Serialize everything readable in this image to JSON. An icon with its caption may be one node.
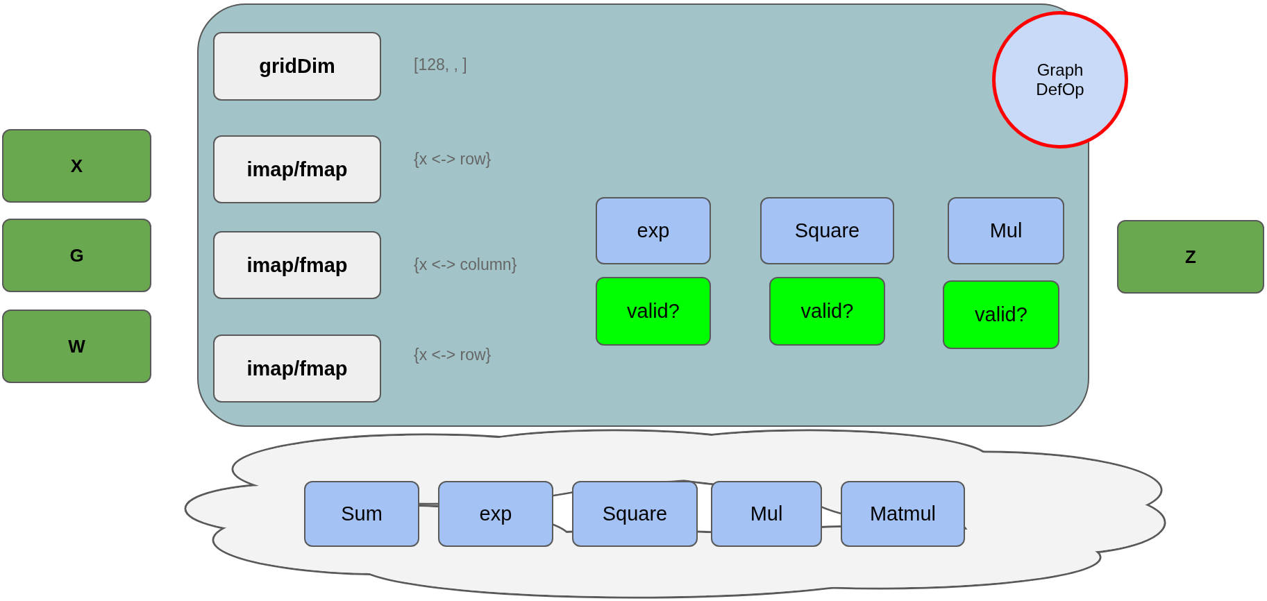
{
  "diagram": {
    "nodes": [
      {
        "text": [
          "X"
        ]
      },
      {
        "text": [
          "G"
        ]
      },
      {
        "text": [
          "W"
        ]
      },
      {
        "text": [],
        "shape": "box"
      },
      {
        "text": [
          "gridDim"
        ],
        "in": 3,
        "beside": [
          "[128, , ]"
        ]
      },
      {
        "text": [
          "imap/fmap"
        ],
        "in": 3,
        "beside": [
          "{x <-> row}"
        ]
      },
      {
        "text": [
          "imap/fmap"
        ],
        "in": 3,
        "beside": [
          "{x <-> column}"
        ]
      },
      {
        "text": [
          "imap/fmap"
        ],
        "in": 3,
        "beside": [
          "{x <-> row}"
        ]
      },
      {
        "text": [
          "Graph DefOp"
        ]
      },
      {
        "text": [
          "exp"
        ],
        "in": 3
      },
      {
        "text": [
          "Square"
        ],
        "in": 3
      },
      {
        "text": [
          "Mul"
        ],
        "in": 3
      },
      {
        "text": [
          "valid?"
        ],
        "in": 3
      },
      {
        "text": [
          "valid?"
        ],
        "in": 3
      },
      {
        "text": [
          "valid?"
        ],
        "in": 3
      },
      {
        "text": [
          "Z"
        ]
      },
      {
        "text": [],
        "shape": "cloud"
      },
      {
        "text": [
          "Sum"
        ],
        "in": 16
      },
      {
        "text": [
          "exp"
        ],
        "in": 16
      },
      {
        "text": [
          "Square"
        ],
        "in": 16
      },
      {
        "text": [
          "Mul"
        ],
        "in": 16
      },
      {
        "text": [
          "Matmul"
        ],
        "in": 16
      }
    ]
  }
}
